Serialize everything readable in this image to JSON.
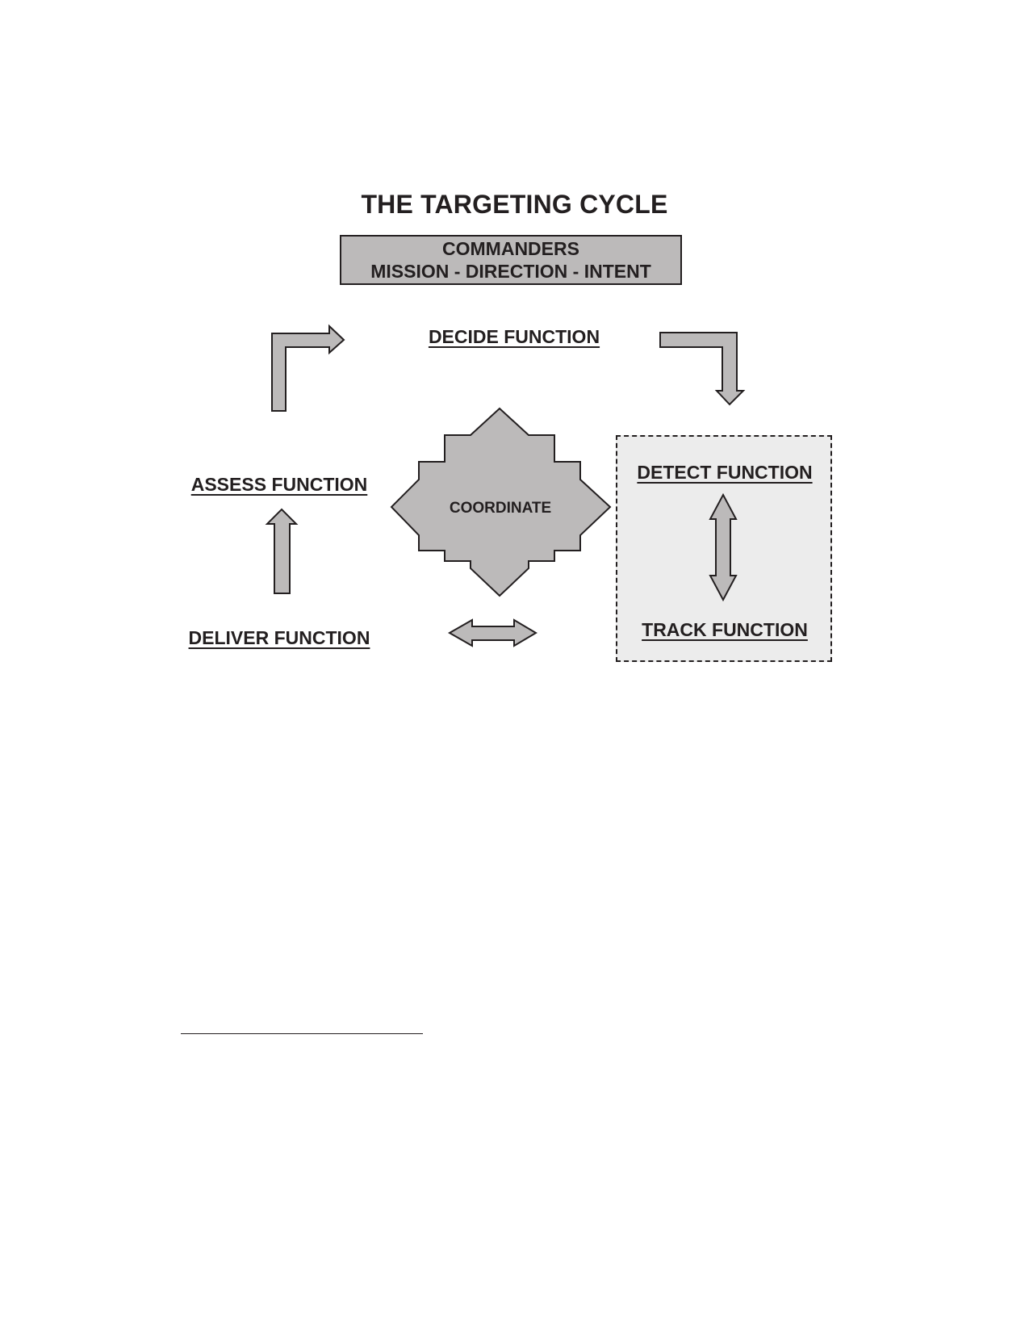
{
  "title": "THE TARGETING CYCLE",
  "commanders_box": {
    "line1": "COMMANDERS",
    "line2": "MISSION - DIRECTION - INTENT"
  },
  "functions": {
    "decide": "DECIDE FUNCTION",
    "detect": "DETECT FUNCTION",
    "track": "TRACK FUNCTION",
    "deliver": "DELIVER FUNCTION",
    "assess": "ASSESS FUNCTION"
  },
  "center": {
    "label": "COORDINATE"
  },
  "colors": {
    "arrow_fill": "#bcbaba",
    "outline": "#231f20",
    "highlight_box": "#ececec"
  }
}
